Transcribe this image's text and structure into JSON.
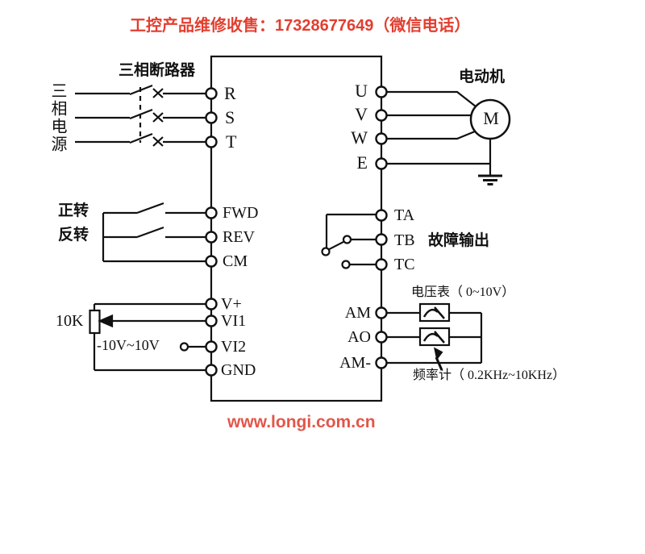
{
  "title": "工控产品维修收售：17328677649（微信电话）",
  "website": "www.longi.com.cn",
  "colors": {
    "accent_title": "#e23e2f",
    "accent_site": "#e2564a",
    "ink": "#111111"
  },
  "labels": {
    "breaker": "三相断路器",
    "source": "三相电源",
    "forward": "正转",
    "reverse": "反转",
    "pot": "10K",
    "vi2_range": "-10V~10V",
    "motor": "电动机",
    "motor_symbol": "M",
    "fault": "故障输出",
    "voltmeter": "电压表（ 0~10V）",
    "freqmeter": "频率计（ 0.2KHz~10KHz）"
  },
  "terminals": {
    "power_in": [
      "R",
      "S",
      "T"
    ],
    "run": [
      "FWD",
      "REV",
      "CM"
    ],
    "analog_in": [
      "V+",
      "VI1",
      "VI2",
      "GND"
    ],
    "motor_out": [
      "U",
      "V",
      "W",
      "E"
    ],
    "fault_out": [
      "TA",
      "TB",
      "TC"
    ],
    "analog_out": [
      "AM",
      "AO",
      "AM-"
    ]
  }
}
